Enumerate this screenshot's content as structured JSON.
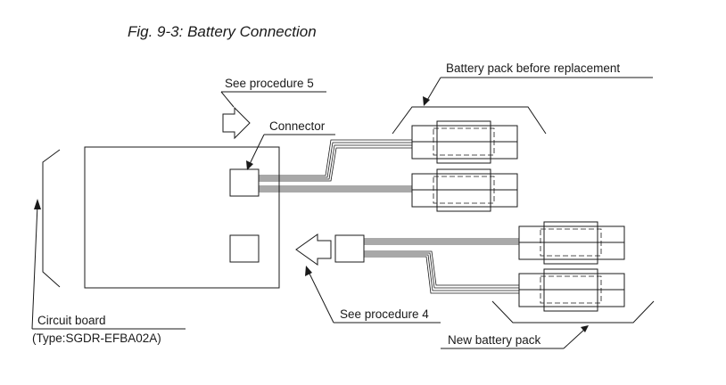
{
  "figure": {
    "title": "Fig. 9-3: Battery Connection"
  },
  "labels": {
    "see_procedure_5": "See procedure 5",
    "connector": "Connector",
    "battery_before": "Battery pack before replacement",
    "circuit_board": "Circuit board",
    "circuit_board_type": "(Type:SGDR-EFBA02A)",
    "see_procedure_4": "See procedure 4",
    "new_battery": "New battery pack"
  }
}
